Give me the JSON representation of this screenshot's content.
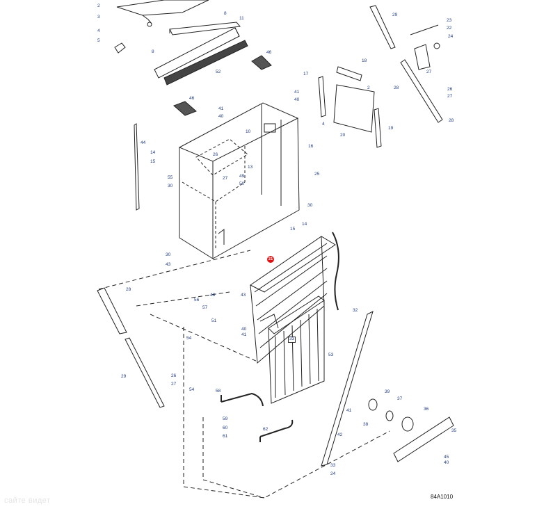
{
  "drawing_code": "84A1010",
  "watermark": "сайте видет",
  "highlight_color": "#d11111",
  "callout_color": "#1f3a8a",
  "callouts": [
    {
      "id": "c-2a",
      "text": "2"
    },
    {
      "id": "c-3",
      "text": "3"
    },
    {
      "id": "c-4a",
      "text": "4"
    },
    {
      "id": "c-5",
      "text": "5"
    },
    {
      "id": "c-8a",
      "text": "8"
    },
    {
      "id": "c-11",
      "text": "11"
    },
    {
      "id": "c-8b",
      "text": "8"
    },
    {
      "id": "c-52",
      "text": "52"
    },
    {
      "id": "c-46a",
      "text": "46"
    },
    {
      "id": "c-46b",
      "text": "46"
    },
    {
      "id": "c-29a",
      "text": "29"
    },
    {
      "id": "c-23",
      "text": "23"
    },
    {
      "id": "c-22",
      "text": "22"
    },
    {
      "id": "c-24a",
      "text": "24"
    },
    {
      "id": "c-27a",
      "text": "27"
    },
    {
      "id": "c-28a",
      "text": "28"
    },
    {
      "id": "c-26a",
      "text": "26"
    },
    {
      "id": "c-27b",
      "text": "27"
    },
    {
      "id": "c-28b",
      "text": "28"
    },
    {
      "id": "c-18",
      "text": "18"
    },
    {
      "id": "c-17",
      "text": "17"
    },
    {
      "id": "c-2b",
      "text": "2"
    },
    {
      "id": "c-4b",
      "text": "4"
    },
    {
      "id": "c-19",
      "text": "19"
    },
    {
      "id": "c-20",
      "text": "20"
    },
    {
      "id": "c-41a",
      "text": "41"
    },
    {
      "id": "c-40a",
      "text": "40"
    },
    {
      "id": "c-41b",
      "text": "41"
    },
    {
      "id": "c-40b",
      "text": "40"
    },
    {
      "id": "c-10",
      "text": "10"
    },
    {
      "id": "c-16",
      "text": "16"
    },
    {
      "id": "c-44",
      "text": "44"
    },
    {
      "id": "c-14a",
      "text": "14"
    },
    {
      "id": "c-15a",
      "text": "15"
    },
    {
      "id": "c-26b",
      "text": "26"
    },
    {
      "id": "c-13",
      "text": "13"
    },
    {
      "id": "c-55",
      "text": "55"
    },
    {
      "id": "c-30a",
      "text": "30"
    },
    {
      "id": "c-27c",
      "text": "27"
    },
    {
      "id": "c-49",
      "text": "49"
    },
    {
      "id": "c-50",
      "text": "50"
    },
    {
      "id": "c-25",
      "text": "25"
    },
    {
      "id": "c-30b",
      "text": "30"
    },
    {
      "id": "c-30c",
      "text": "30"
    },
    {
      "id": "c-43a",
      "text": "43"
    },
    {
      "id": "c-14b",
      "text": "14"
    },
    {
      "id": "c-15b",
      "text": "15"
    },
    {
      "id": "c-31",
      "text": "31"
    },
    {
      "id": "c-28c",
      "text": "28"
    },
    {
      "id": "c-48",
      "text": "48"
    },
    {
      "id": "c-43b",
      "text": "43"
    },
    {
      "id": "c-56",
      "text": "56"
    },
    {
      "id": "c-57",
      "text": "57"
    },
    {
      "id": "c-51",
      "text": "51"
    },
    {
      "id": "c-40c",
      "text": "40"
    },
    {
      "id": "c-41c",
      "text": "41"
    },
    {
      "id": "c-54a",
      "text": "54"
    },
    {
      "id": "c-32",
      "text": "32"
    },
    {
      "id": "c-33a",
      "text": "33"
    },
    {
      "id": "c-53",
      "text": "53"
    },
    {
      "id": "c-29b",
      "text": "29"
    },
    {
      "id": "c-26c",
      "text": "26"
    },
    {
      "id": "c-27d",
      "text": "27"
    },
    {
      "id": "c-54b",
      "text": "54"
    },
    {
      "id": "c-58",
      "text": "58"
    },
    {
      "id": "c-59",
      "text": "59"
    },
    {
      "id": "c-60",
      "text": "60"
    },
    {
      "id": "c-61",
      "text": "61"
    },
    {
      "id": "c-62",
      "text": "62"
    },
    {
      "id": "c-39",
      "text": "39"
    },
    {
      "id": "c-37",
      "text": "37"
    },
    {
      "id": "c-41d",
      "text": "41"
    },
    {
      "id": "c-38",
      "text": "38"
    },
    {
      "id": "c-36",
      "text": "36"
    },
    {
      "id": "c-35",
      "text": "35"
    },
    {
      "id": "c-42",
      "text": "42"
    },
    {
      "id": "c-45",
      "text": "45"
    },
    {
      "id": "c-40d",
      "text": "40"
    },
    {
      "id": "c-33b",
      "text": "33"
    },
    {
      "id": "c-24b",
      "text": "24"
    }
  ]
}
